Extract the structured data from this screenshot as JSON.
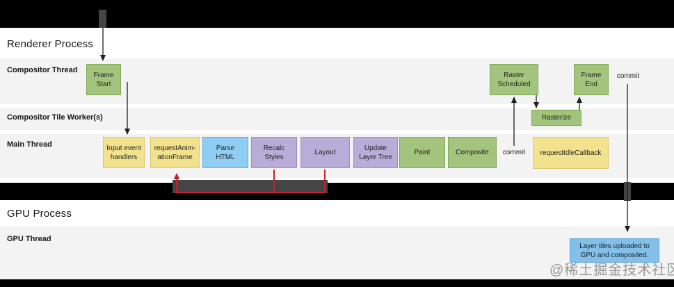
{
  "processes": {
    "renderer": "Renderer Process",
    "gpu": "GPU Process"
  },
  "lanes": {
    "compositor_thread": "Compositor Thread",
    "tile_workers": "Compositor Tile Worker(s)",
    "main_thread": "Main Thread",
    "gpu_thread": "GPU Thread"
  },
  "boxes": {
    "frame_start": "Frame\nStart",
    "raster_scheduled": "Raster\nScheduled",
    "frame_end": "Frame\nEnd",
    "rasterize": "Rasterize",
    "input_event_handlers": "Input event\nhandlers",
    "request_animation_frame": "requestAnim-\nationFrame",
    "parse_html": "Parse\nHTML",
    "recalc_styles": "Recalc\nStyles",
    "layout": "Layout",
    "update_layer_tree": "Update\nLayer Tree",
    "paint": "Paint",
    "composite": "Composite",
    "request_idle_callback": "requestIdleCallback",
    "layer_tiles": "Layer tiles uploaded to\nGPU and composited."
  },
  "labels": {
    "commit_to_raster": "commit",
    "commit_to_gpu": "commit"
  },
  "watermark": "@稀土掘金技术社区",
  "colors": {
    "green": "#a3c47c",
    "yellow": "#f2e28d",
    "blue": "#90cdf2",
    "purple": "#b8acd8",
    "sky": "#82c0e9",
    "red_arrow": "#bf2430",
    "band_gray": "#f4f3f3",
    "black_bar": "#000000"
  }
}
